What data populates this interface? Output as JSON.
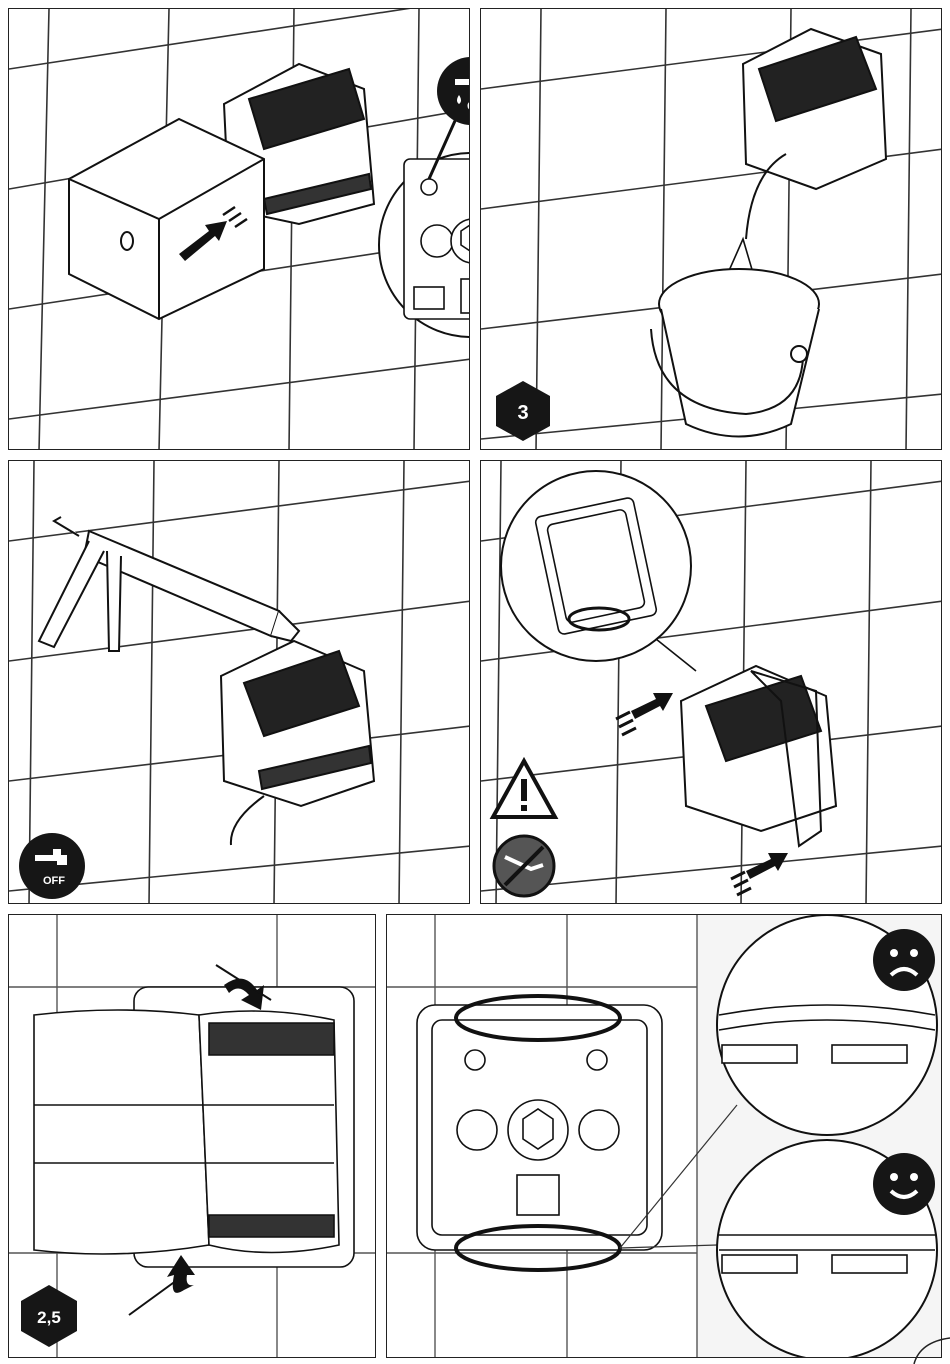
{
  "steps": {
    "flush": {
      "label": "3"
    },
    "torque": {
      "label": "2,5"
    }
  },
  "badges": {
    "water_on": {
      "icon": "faucet-icon",
      "text": "ON"
    },
    "water_off": {
      "icon": "faucet-icon",
      "text": "OFF"
    },
    "warning": {
      "icon": "warning-triangle-icon"
    },
    "no_allen_key": {
      "icon": "no-allen-key-icon"
    },
    "sad": {
      "icon": "sad-face-icon"
    },
    "happy": {
      "icon": "happy-face-icon"
    }
  },
  "colors": {
    "ink": "#161616",
    "paper": "#ffffff",
    "shade": "#f0f0f0"
  }
}
